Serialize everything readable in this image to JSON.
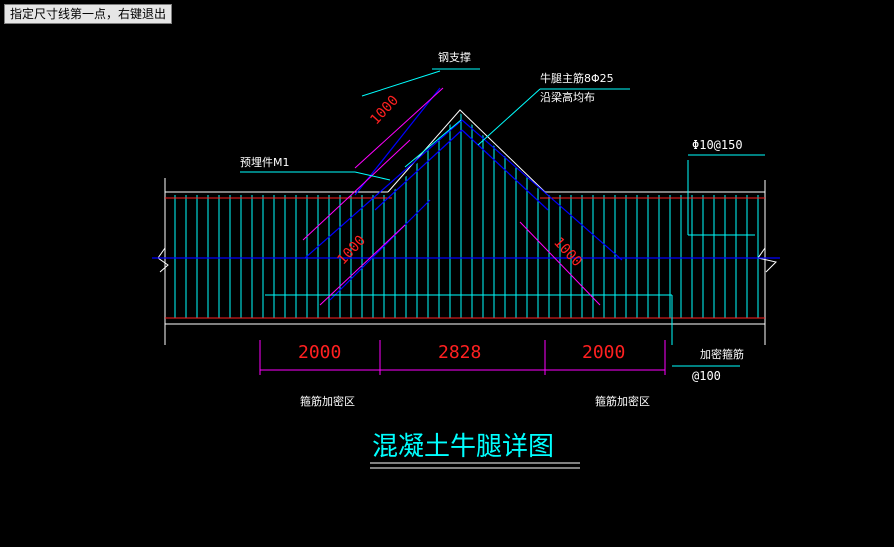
{
  "command_prompt": "指定尺寸线第一点，右键退出",
  "drawing": {
    "title": "混凝土牛腿详图",
    "labels": {
      "steel_brace": "钢支撑",
      "corbel_main_bar_line1": "牛腿主筋8Φ25",
      "corbel_main_bar_line2": "沿梁高均布",
      "embedded_part": "预埋件M1",
      "stirrup_spacing": "Φ10@150",
      "dense_stirrup_line1": "加密箍筋",
      "dense_stirrup_line2": "@100",
      "stirrup_zone_left": "箍筋加密区",
      "stirrup_zone_right": "箍筋加密区"
    },
    "dimensions": {
      "top_diagonal": "1000",
      "left_diagonal": "1000",
      "right_diagonal": "1000",
      "bottom_left": "2000",
      "bottom_middle": "2828",
      "bottom_right": "2000"
    },
    "colors": {
      "background": "#000000",
      "concrete_outline": "#ffffff",
      "rebar": "#00ffff",
      "main_bar": "#0000ff",
      "dimension": "#ff00ff",
      "dim_text": "#ff2020",
      "label_text": "#ffffff",
      "leader": "#00ffff",
      "red_line": "#ff0000"
    }
  }
}
